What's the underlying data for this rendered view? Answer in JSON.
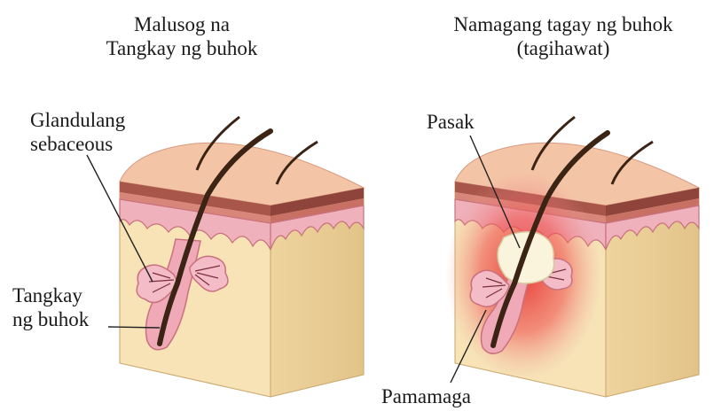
{
  "panels": {
    "healthy": {
      "title_line1": "Malusog na",
      "title_line2": "Tangkay ng buhok",
      "label_gland_line1": "Glandulang",
      "label_gland_line2": "sebaceous",
      "label_shaft_line1": "Tangkay",
      "label_shaft_line2": "ng buhok"
    },
    "inflamed": {
      "title_line1": "Namagang tagay ng buhok",
      "title_line2": "(tagihawat)",
      "label_plug": "Pasak",
      "label_inflammation": "Pamamaga"
    }
  },
  "colors": {
    "skin_top": "#f4c2a6",
    "tissue": "#f5dfb0",
    "tissue_side": "#e6c88e",
    "dermis_pink": "#efa7b4",
    "gland_pink": "#f2b7c3",
    "hair": "#3b2414",
    "inflammation": "#e53935",
    "plug": "#fbf4dc"
  }
}
